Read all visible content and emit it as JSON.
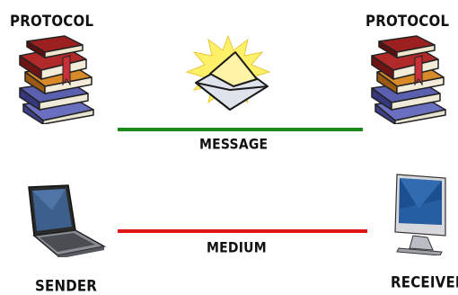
{
  "labels": {
    "protocol_left": "PROTOCOL",
    "protocol_right": "PROTOCOL",
    "message": "MESSAGE",
    "medium": "MEDIUM",
    "sender": "SENDER",
    "receiver": "RECEIVER"
  },
  "colors": {
    "message_line": "#1a8a1a",
    "medium_line": "#e01515"
  },
  "icons": {
    "protocol_left": "books-icon",
    "protocol_right": "books-icon",
    "message": "envelope-icon",
    "sender": "laptop-icon",
    "receiver": "monitor-icon"
  }
}
